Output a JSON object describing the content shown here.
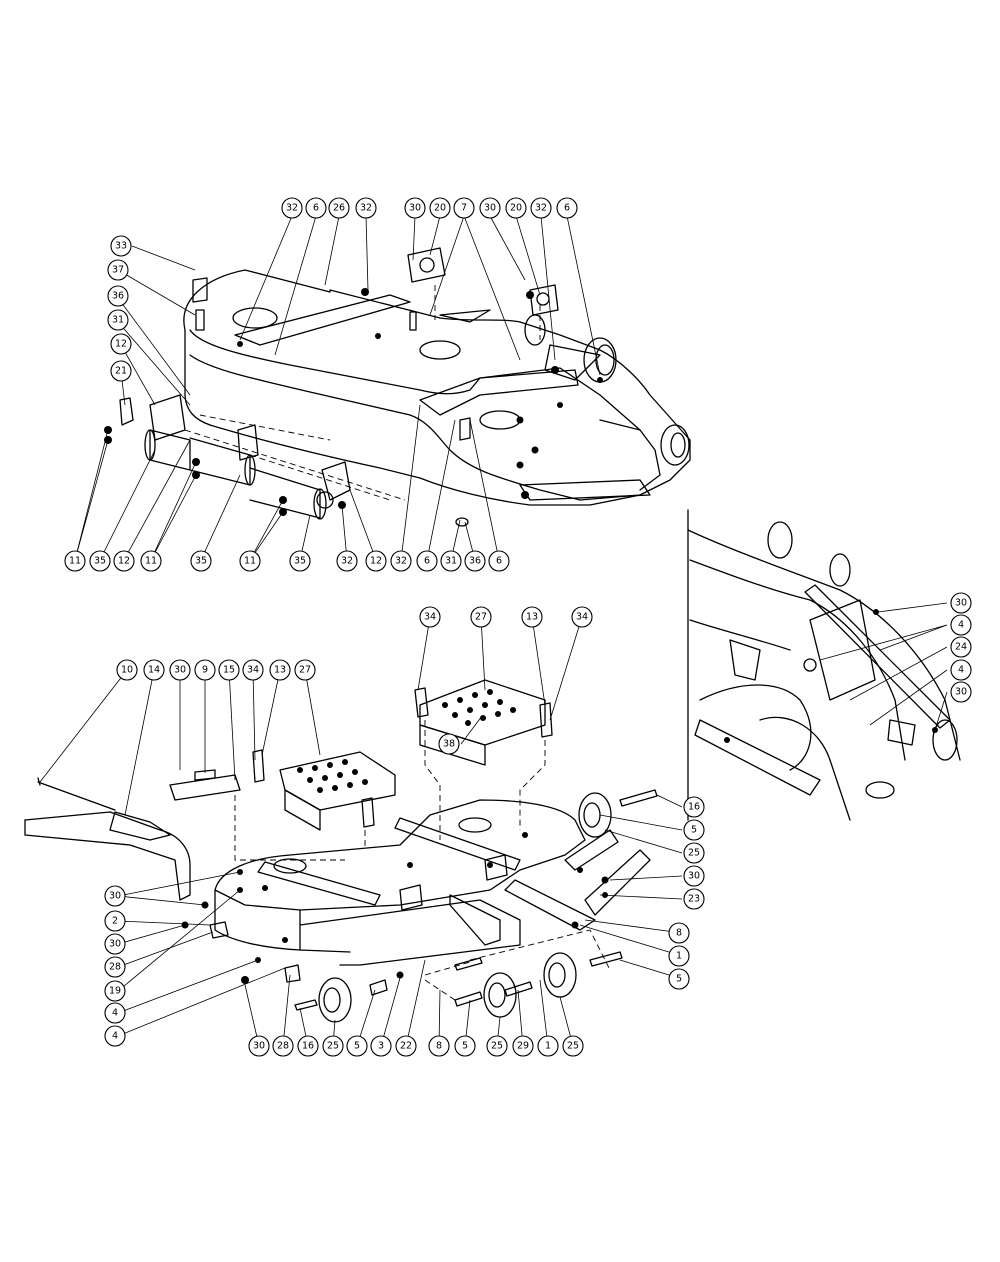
{
  "callouts": [
    {
      "label": "32"
    },
    {
      "label": "6"
    },
    {
      "label": "26"
    },
    {
      "label": "32"
    },
    {
      "label": "30"
    },
    {
      "label": "20"
    },
    {
      "label": "7"
    },
    {
      "label": "30"
    },
    {
      "label": "20"
    },
    {
      "label": "32"
    },
    {
      "label": "6"
    },
    {
      "label": "33"
    },
    {
      "label": "37"
    },
    {
      "label": "36"
    },
    {
      "label": "31"
    },
    {
      "label": "12"
    },
    {
      "label": "21"
    },
    {
      "label": "11"
    },
    {
      "label": "35"
    },
    {
      "label": "12"
    },
    {
      "label": "11"
    },
    {
      "label": "35"
    },
    {
      "label": "11"
    },
    {
      "label": "35"
    },
    {
      "label": "32"
    },
    {
      "label": "12"
    },
    {
      "label": "32"
    },
    {
      "label": "6"
    },
    {
      "label": "31"
    },
    {
      "label": "36"
    },
    {
      "label": "6"
    },
    {
      "label": "30"
    },
    {
      "label": "4"
    },
    {
      "label": "24"
    },
    {
      "label": "4"
    },
    {
      "label": "30"
    },
    {
      "label": "34"
    },
    {
      "label": "27"
    },
    {
      "label": "13"
    },
    {
      "label": "34"
    },
    {
      "label": "10"
    },
    {
      "label": "14"
    },
    {
      "label": "30"
    },
    {
      "label": "9"
    },
    {
      "label": "15"
    },
    {
      "label": "34"
    },
    {
      "label": "13"
    },
    {
      "label": "27"
    },
    {
      "label": "38"
    },
    {
      "label": "16"
    },
    {
      "label": "5"
    },
    {
      "label": "25"
    },
    {
      "label": "30"
    },
    {
      "label": "23"
    },
    {
      "label": "8"
    },
    {
      "label": "1"
    },
    {
      "label": "5"
    },
    {
      "label": "30"
    },
    {
      "label": "2"
    },
    {
      "label": "30"
    },
    {
      "label": "28"
    },
    {
      "label": "19"
    },
    {
      "label": "4"
    },
    {
      "label": "4"
    },
    {
      "label": "30"
    },
    {
      "label": "28"
    },
    {
      "label": "16"
    },
    {
      "label": "25"
    },
    {
      "label": "5"
    },
    {
      "label": "3"
    },
    {
      "label": "22"
    },
    {
      "label": "8"
    },
    {
      "label": "5"
    },
    {
      "label": "25"
    },
    {
      "label": "29"
    },
    {
      "label": "1"
    },
    {
      "label": "25"
    }
  ]
}
